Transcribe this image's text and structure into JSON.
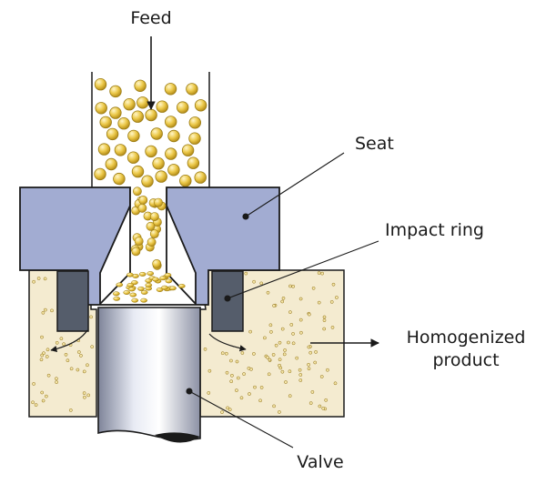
{
  "labels": {
    "feed": "Feed",
    "seat": "Seat",
    "impact_ring": "Impact ring",
    "homogenized_line1": "Homogenized",
    "homogenized_line2": "product",
    "valve": "Valve"
  },
  "colors": {
    "seat": "#a2acd2",
    "impact_ring": "#555d6b",
    "droplet": "#ecc94a",
    "droplet_edge": "#9a7b13",
    "emulsion_bg": "#f4ebd0",
    "outline": "#1a1a1a"
  },
  "icons": [
    "feed-arrow",
    "output-arrow",
    "flow-arrow"
  ]
}
